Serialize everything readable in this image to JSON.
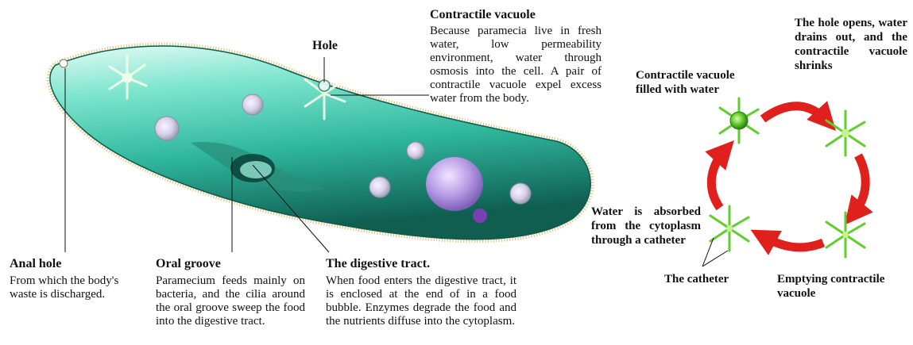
{
  "labels": {
    "contractile_vacuole": {
      "title": "Contractile vacuole",
      "body": "Because paramecia live in fresh water, low permeability environment, water through osmosis into the cell. A pair of contractile vacuole expel excess water from the body."
    },
    "hole": {
      "title": "Hole"
    },
    "anal_hole": {
      "title": "Anal hole",
      "body": "From which the body's waste is discharged."
    },
    "oral_groove": {
      "title": "Oral groove",
      "body": "Paramecium feeds mainly on bacteria, and the cilia around the oral groove sweep the food into the digestive tract."
    },
    "digestive_tract": {
      "title": "The digestive tract.",
      "body": "When food enters the digestive tract, it is enclosed at the end of in a food bubble. Enzymes degrade the food and the nutrients diffuse into the cytoplasm."
    }
  },
  "cycle": {
    "filled": "Contractile vacuole filled with water",
    "opens": "The hole opens, water drains out, and the contractile vacuole shrinks",
    "emptying": "Emptying contractile vacuole",
    "absorbed": "Water is absorbed from the cytoplasm through a catheter",
    "catheter": "The catheter"
  },
  "colors": {
    "body_light": "#c8f4ea",
    "body_mid": "#4fd3bb",
    "body_dark": "#147a66",
    "cilia": "#d9c37a",
    "arrow_red": "#e0201c",
    "vacuole_green": "#5fcf2d",
    "food_purple": "#a98bd8"
  }
}
